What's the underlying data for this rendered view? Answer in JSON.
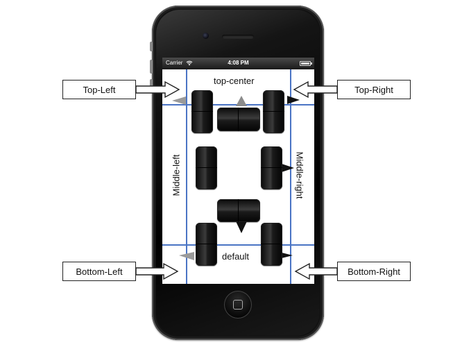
{
  "status_bar": {
    "carrier": "Carrier",
    "time": "4:08 PM"
  },
  "labels": {
    "top_center": "top-center",
    "middle_left": "Middle-left",
    "middle_right": "Middle-right",
    "default": "default"
  },
  "callouts": {
    "top_left": "Top-Left",
    "top_right": "Top-Right",
    "bottom_left": "Bottom-Left",
    "bottom_right": "Bottom-Right"
  },
  "colors": {
    "guide_line": "#4a74c4",
    "arrow_fill": "#ffffff"
  },
  "icons": [
    "wifi-icon",
    "battery-icon",
    "camera-icon",
    "speaker-icon",
    "home-button-icon"
  ]
}
